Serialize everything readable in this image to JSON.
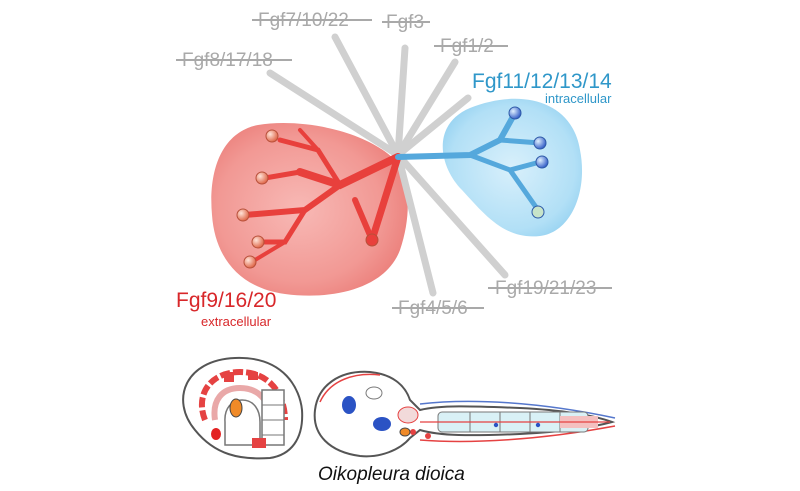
{
  "labels": {
    "fgf7": "Fgf7/10/22",
    "fgf3": "Fgf3",
    "fgf1": "Fgf1/2",
    "fgf8": "Fgf8/17/18",
    "fgf11": "Fgf11/12/13/14",
    "intracellular": "intracellular",
    "fgf9": "Fgf9/16/20",
    "extracellular": "extracellular",
    "fgf19": "Fgf19/21/23",
    "fgf4": "Fgf4/5/6"
  },
  "caption": "Oikopleura dioica",
  "colors": {
    "gray_branch": "#cfcfcf",
    "red_branch": "#e8403c",
    "red_blob": "#f28a86",
    "blue_branch": "#55a8dc",
    "blue_blob": "#9fd6f3"
  }
}
